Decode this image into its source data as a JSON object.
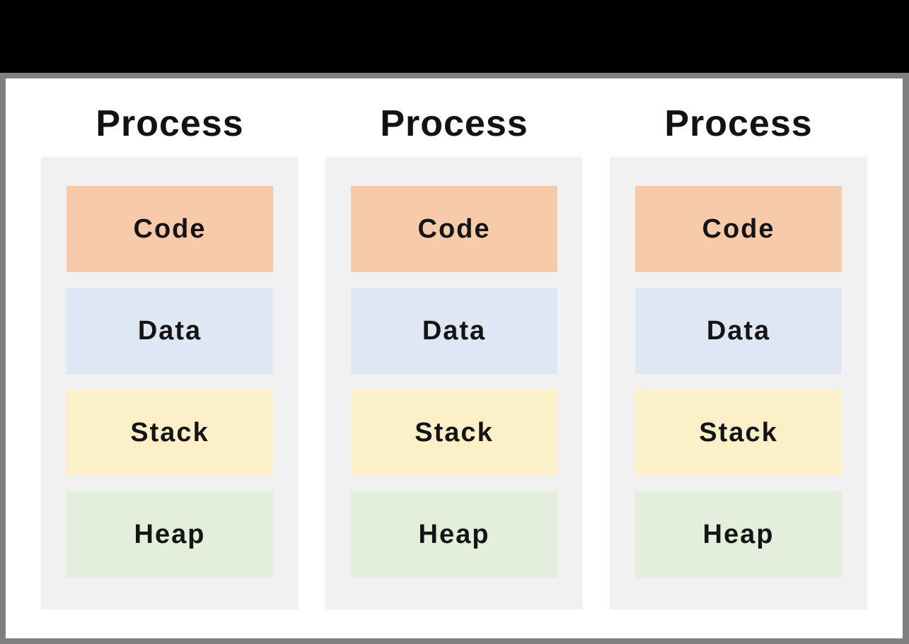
{
  "window": {
    "top_bar_color": "#000000",
    "frame_border_color": "#808080",
    "slide_background": "#ffffff"
  },
  "diagram": {
    "panel_background": "#F1F1F2",
    "text_color": "#141414",
    "processes": [
      {
        "title": "Process",
        "segments": [
          {
            "label": "Code",
            "color": "#F7CBA9"
          },
          {
            "label": "Data",
            "color": "#DEE8F2"
          },
          {
            "label": "Stack",
            "color": "#FCF0C9"
          },
          {
            "label": "Heap",
            "color": "#E3EFDA"
          }
        ]
      },
      {
        "title": "Process",
        "segments": [
          {
            "label": "Code",
            "color": "#F7CBA9"
          },
          {
            "label": "Data",
            "color": "#DEE8F2"
          },
          {
            "label": "Stack",
            "color": "#FCF0C9"
          },
          {
            "label": "Heap",
            "color": "#E3EFDA"
          }
        ]
      },
      {
        "title": "Process",
        "segments": [
          {
            "label": "Code",
            "color": "#F7CBA9"
          },
          {
            "label": "Data",
            "color": "#DEE8F2"
          },
          {
            "label": "Stack",
            "color": "#FCF0C9"
          },
          {
            "label": "Heap",
            "color": "#E3EFDA"
          }
        ]
      }
    ]
  }
}
